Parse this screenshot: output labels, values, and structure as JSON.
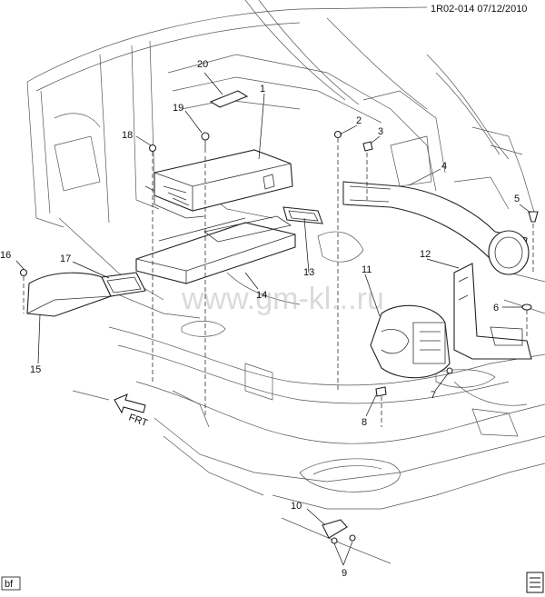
{
  "header": {
    "code": "1R02-014 07/12/2010"
  },
  "footer": {
    "code_box": "bf"
  },
  "watermark": "www.gm-kl...ru",
  "direction_marker": {
    "label": "FRT"
  },
  "callouts": [
    {
      "id": "c1",
      "label": "1"
    },
    {
      "id": "c2",
      "label": "2"
    },
    {
      "id": "c3",
      "label": "3"
    },
    {
      "id": "c4",
      "label": "4"
    },
    {
      "id": "c5",
      "label": "5"
    },
    {
      "id": "c6",
      "label": "6"
    },
    {
      "id": "c7",
      "label": "7"
    },
    {
      "id": "c8",
      "label": "8"
    },
    {
      "id": "c9",
      "label": "9"
    },
    {
      "id": "c10",
      "label": "10"
    },
    {
      "id": "c11",
      "label": "11"
    },
    {
      "id": "c12",
      "label": "12"
    },
    {
      "id": "c13",
      "label": "13"
    },
    {
      "id": "c14",
      "label": "14"
    },
    {
      "id": "c15",
      "label": "15"
    },
    {
      "id": "c16",
      "label": "16"
    },
    {
      "id": "c17",
      "label": "17"
    },
    {
      "id": "c18",
      "label": "18"
    },
    {
      "id": "c19",
      "label": "19"
    },
    {
      "id": "c20",
      "label": "20"
    }
  ]
}
